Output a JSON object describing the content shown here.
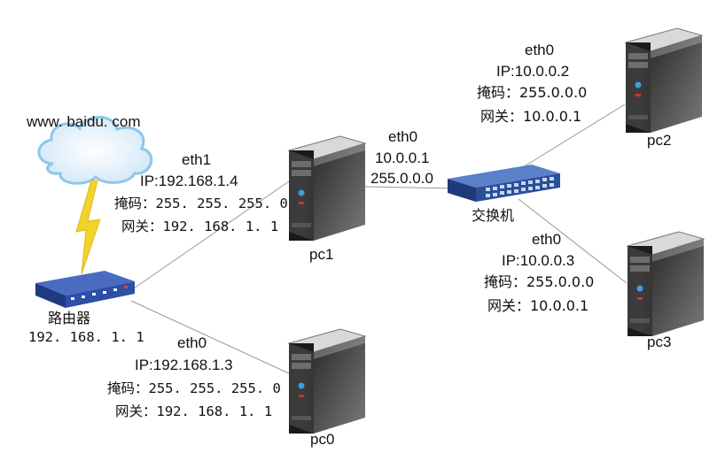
{
  "internet": {
    "label": "www. baidu. com"
  },
  "router": {
    "name": "路由器",
    "ip": "192. 168. 1. 1"
  },
  "switch": {
    "name": "交换机"
  },
  "pc1": {
    "name": "pc1",
    "eth1": {
      "iface": "eth1",
      "ip": "IP:192.168.1.4",
      "mask": "掩码：255. 255. 255. 0",
      "gateway": "网关：192. 168. 1. 1"
    },
    "eth0": {
      "iface": "eth0",
      "ip": "10.0.0.1",
      "mask": "255.0.0.0"
    }
  },
  "pc0": {
    "name": "pc0",
    "eth0": {
      "iface": "eth0",
      "ip": "IP:192.168.1.3",
      "mask": "掩码：255. 255. 255. 0",
      "gateway": "网关：192. 168. 1. 1"
    }
  },
  "pc2": {
    "name": "pc2",
    "eth0": {
      "iface": "eth0",
      "ip": "IP:10.0.0.2",
      "mask": "掩码：255.0.0.0",
      "gateway": "网关：10.0.0.1"
    }
  },
  "pc3": {
    "name": "pc3",
    "eth0": {
      "iface": "eth0",
      "ip": "IP:10.0.0.3",
      "mask": "掩码：255.0.0.0",
      "gateway": "网关：10.0.0.1"
    }
  },
  "colors": {
    "link": "#999999",
    "lightning": "#f2d32a",
    "cloud": "#8fc6ea",
    "router_body": "#2d4fa5",
    "switch_body": "#2a4f9a",
    "server_body": "#2b2b2b"
  }
}
